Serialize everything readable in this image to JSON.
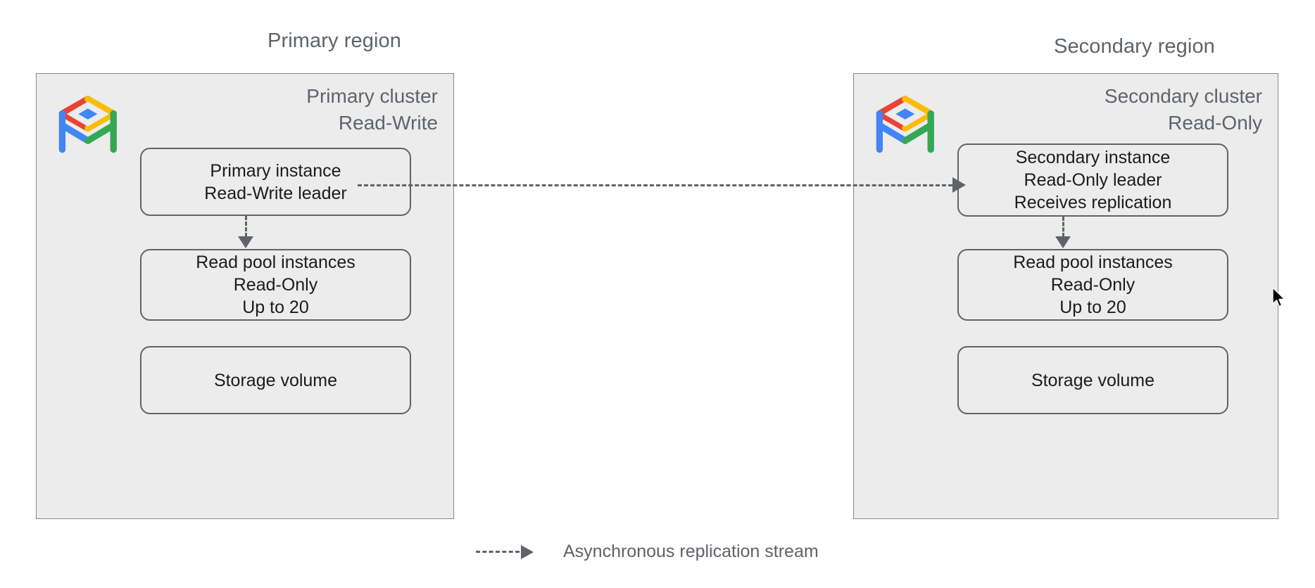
{
  "diagram": {
    "title_primary_region": "Primary region",
    "title_secondary_region": "Secondary region",
    "background_color": "#ffffff",
    "panel_fill": "#ececec",
    "panel_border": "#8a8a8a",
    "node_border": "#5f6368",
    "text_muted": "#5f6368",
    "text_primary": "#1b1b1b"
  },
  "primary_cluster": {
    "heading": "Primary cluster\nRead-Write",
    "logo": "alloydb-logo-icon",
    "nodes": [
      {
        "name": "primary-instance",
        "label": "Primary instance\nRead-Write leader"
      },
      {
        "name": "read-pool-instances",
        "label": "Read pool instances\nRead-Only\nUp to 20"
      },
      {
        "name": "storage-volume",
        "label": "Storage volume"
      }
    ]
  },
  "secondary_cluster": {
    "heading": "Secondary cluster\nRead-Only",
    "logo": "alloydb-logo-icon",
    "nodes": [
      {
        "name": "secondary-instance",
        "label": "Secondary instance\nRead-Only leader\nReceives replication"
      },
      {
        "name": "read-pool-instances",
        "label": "Read pool instances\nRead-Only\nUp to 20"
      },
      {
        "name": "storage-volume",
        "label": "Storage volume"
      }
    ]
  },
  "legend": {
    "label": "Asynchronous replication stream",
    "line_style": "dashed",
    "line_color": "#5f6368"
  },
  "logo_colors": {
    "red": "#ea4335",
    "yellow": "#fbbc04",
    "blue": "#4285f4",
    "green": "#34a853"
  }
}
